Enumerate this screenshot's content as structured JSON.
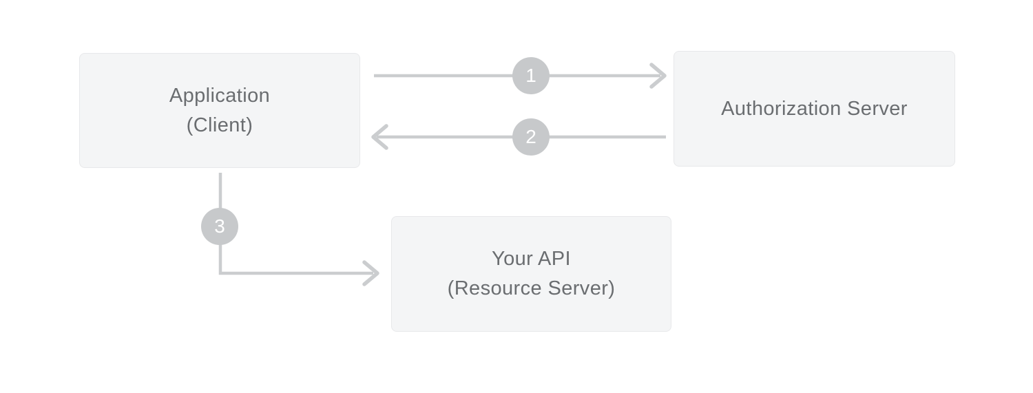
{
  "colors": {
    "background": "#ffffff",
    "node_fill": "#f4f5f6",
    "node_border": "#e7e8ea",
    "node_text": "#6a6d70",
    "arrow": "#cbcdcf",
    "badge_fill": "#c7c9cb",
    "badge_text": "#ffffff"
  },
  "diagram": {
    "nodes": [
      {
        "id": "application",
        "lines": [
          "Application",
          "(Client)"
        ]
      },
      {
        "id": "authorization-server",
        "lines": [
          "Authorization Server"
        ]
      },
      {
        "id": "your-api",
        "lines": [
          "Your API",
          "(Resource Server)"
        ]
      }
    ],
    "steps": [
      {
        "number": "1",
        "from": "Application (Client)",
        "to": "Authorization Server",
        "direction": "right"
      },
      {
        "number": "2",
        "from": "Authorization Server",
        "to": "Application (Client)",
        "direction": "left"
      },
      {
        "number": "3",
        "from": "Application (Client)",
        "to": "Your API (Resource Server)",
        "direction": "down-right"
      }
    ]
  }
}
